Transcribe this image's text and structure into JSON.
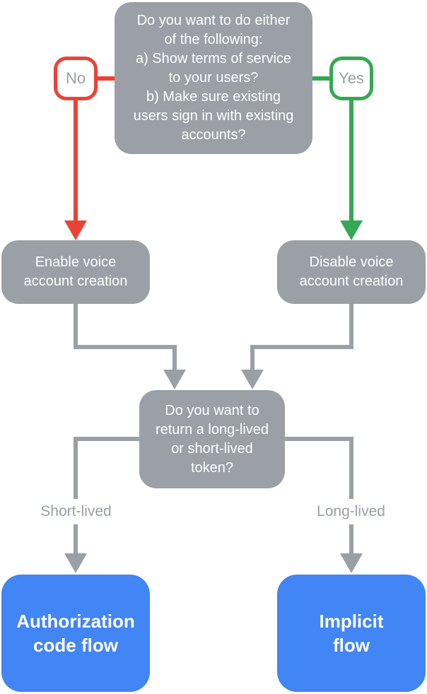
{
  "colors": {
    "gray": "#9AA0A6",
    "blue": "#4285F4",
    "red": "#EA4335",
    "green": "#34A853",
    "muted": "#9AA0A6",
    "node-text": "#FFFFFF"
  },
  "nodes": {
    "top_question": {
      "lines": [
        "Do you want to do either",
        "of the following:",
        "a) Show terms of service",
        "to your users?",
        "b) Make sure existing",
        "users sign in with existing",
        "accounts?"
      ]
    },
    "enable": {
      "lines": [
        "Enable voice",
        "account creation"
      ]
    },
    "disable": {
      "lines": [
        "Disable voice",
        "account creation"
      ]
    },
    "token_question": {
      "lines": [
        "Do you want to",
        "return a long-lived",
        "or short-lived",
        "token?"
      ]
    },
    "auth_flow": {
      "lines": [
        "Authorization",
        "code flow"
      ]
    },
    "implicit_flow": {
      "lines": [
        "Implicit",
        "flow"
      ]
    }
  },
  "badges": {
    "no": "No",
    "yes": "Yes"
  },
  "edge_labels": {
    "short": "Short-lived",
    "long": "Long-lived"
  }
}
